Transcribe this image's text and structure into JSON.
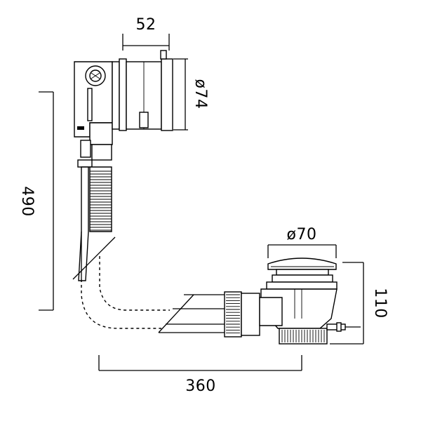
{
  "dimensions": {
    "top_width": "52",
    "body_diameter": "ø74",
    "overall_height": "490",
    "waste_diameter": "ø70",
    "waste_height": "110",
    "overall_length": "360"
  }
}
